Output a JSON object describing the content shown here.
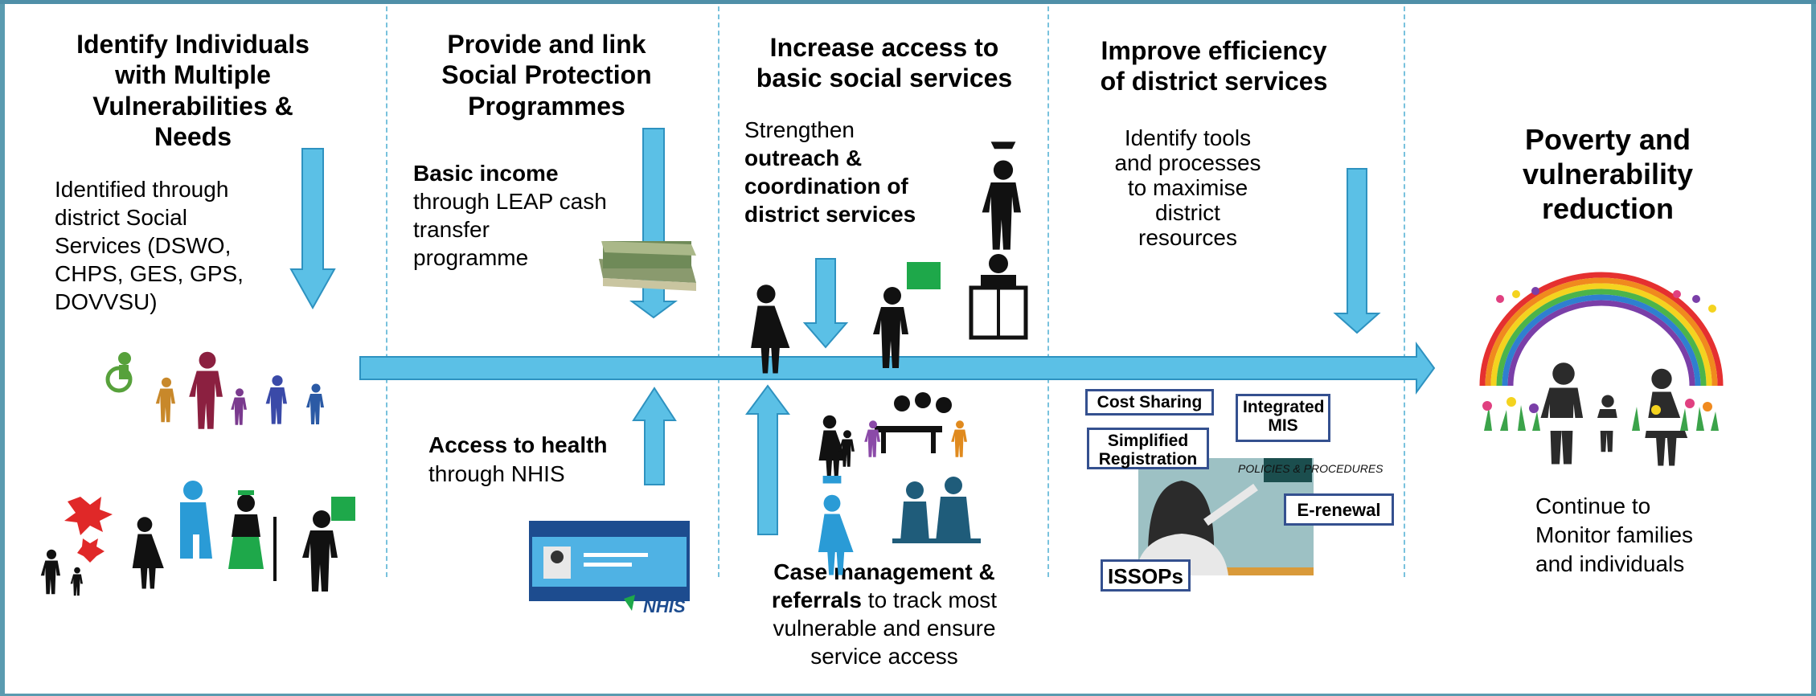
{
  "columns": {
    "identify": {
      "heading": [
        "Identify Individuals",
        "with Multiple",
        "Vulnerabilities &",
        "Needs"
      ],
      "body": [
        "Identified through",
        "district Social",
        "Services (DSWO,",
        "CHPS, GES, GPS,",
        "DOVVSU)"
      ]
    },
    "provide": {
      "heading": [
        "Provide and link",
        "Social Protection",
        "Programmes"
      ],
      "income_bold": "Basic income",
      "income_rest": [
        "through LEAP cash",
        "transfer",
        "programme"
      ],
      "health_bold": "Access to health",
      "health_rest": "through NHIS",
      "nhis_logo": "NHIS"
    },
    "access": {
      "heading": [
        "Increase access to",
        "basic social services"
      ],
      "strengthen": "Strengthen",
      "outreach_bold": [
        "outreach &",
        "coordination  of",
        "district services"
      ],
      "case_bold": "Case management &",
      "case_bold2": "referrals",
      "case_rest": " to track most",
      "case_lines": [
        "vulnerable and ensure",
        "service access"
      ]
    },
    "efficiency": {
      "heading": [
        "Improve efficiency",
        "of district services"
      ],
      "body": [
        "Identify tools",
        "and processes",
        "to maximise",
        "district",
        "resources"
      ],
      "boxes": {
        "cost_sharing": "Cost Sharing",
        "integrated_mis": "Integrated MIS",
        "simplified_registration": "Simplified Registration",
        "e_renewal": "E-renewal",
        "issops": "ISSOPs",
        "board_text": "POLICIES & PROCEDURES"
      }
    },
    "outcome": {
      "heading": [
        "Poverty and",
        "vulnerability",
        "reduction"
      ],
      "body": [
        "Continue to",
        "Monitor families",
        "and individuals"
      ]
    }
  },
  "colors": {
    "arrow": "#5bc0e6",
    "arrow_stroke": "#2e92c0",
    "divider": "#79c2dd",
    "frame": "#5a9bb0",
    "box_border": "#34508f",
    "silhouette": "#111111",
    "chalkboard": "#1ea84a"
  }
}
